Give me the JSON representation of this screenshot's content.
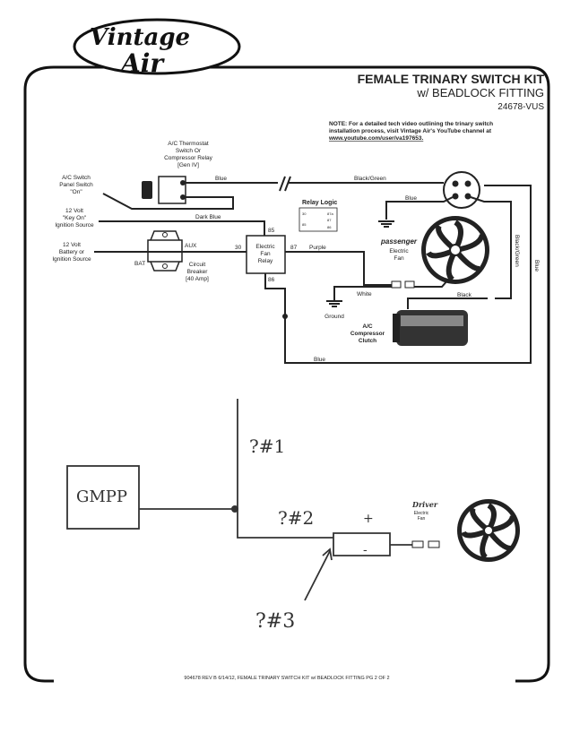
{
  "logo": {
    "text": "Vintage Air"
  },
  "header": {
    "title": "FEMALE TRINARY SWITCH KIT",
    "subtitle": "w/ BEADLOCK FITTING",
    "part_number": "24678-VUS",
    "note_line1": "NOTE: For a detailed tech video outlining the trinary switch",
    "note_line2": "installation process, visit Vintage Air's YouTube channel at",
    "note_url": "www.youtube.com/user/va197653."
  },
  "diagram": {
    "thermostat": [
      "A/C Thermostat",
      "Switch Or",
      "Compressor Relay",
      "[Gen IV]"
    ],
    "ac_switch": [
      "A/C Switch",
      "Panel Switch",
      "\"On\""
    ],
    "key_on": [
      "12 Volt",
      "\"Key On\"",
      "Ignition Source"
    ],
    "battery": [
      "12 Volt",
      "Battery or",
      "Ignition Source"
    ],
    "breaker": [
      "Circuit",
      "Breaker",
      "[40 Amp]"
    ],
    "bat": "BAT",
    "aux": "AUX",
    "relay": [
      "Electric",
      "Fan",
      "Relay"
    ],
    "pins": {
      "p30": "30",
      "p85": "85",
      "p86": "86",
      "p87": "87",
      "p87a": "87a"
    },
    "relay_logic": "Relay Logic",
    "fan_brand": "passenger",
    "fan": [
      "Electric",
      "Fan"
    ],
    "compressor": [
      "A/C",
      "Compressor",
      "Clutch"
    ],
    "ground": "Ground",
    "wires": {
      "blue": "Blue",
      "black_green": "Black/Green",
      "dark_blue": "Dark Blue",
      "purple": "Purple",
      "white": "White",
      "black": "Black"
    }
  },
  "handwritten": {
    "gmpp": "GMPP",
    "q1": "?#1",
    "q2": "?#2",
    "q3": "?#3",
    "plus": "+",
    "minus": "-",
    "driver": "Driver",
    "fan": [
      "Electric",
      "Fan"
    ]
  },
  "footer": "904678 REV B 6/14/12, FEMALE TRINARY SWITCH KIT w/ BEADLOCK FITTING PG 2 OF 2"
}
